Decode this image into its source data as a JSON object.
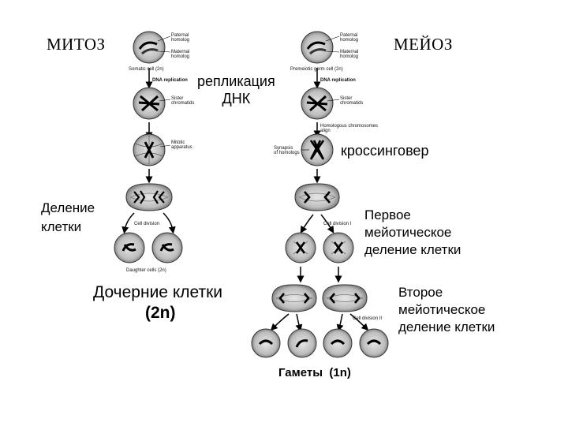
{
  "titles": {
    "mitosis": "МИТОЗ",
    "meiosis": "МЕЙОЗ"
  },
  "ru_labels": {
    "dna_replication": "репликация\nДНК",
    "cell_division": "Деление\nклетки",
    "daughter_cells": "Дочерние клетки",
    "daughter_ploidy": "(2n)",
    "crossing_over": "кроссинговер",
    "meiosis1": "Первое\nмейотическое\nделение клетки",
    "meiosis2": "Второе\nмейотическое\nделение клетки",
    "gametes": "Гаметы  (1n)"
  },
  "en_labels": {
    "paternal": "Paternal\nhomolog",
    "maternal": "Maternal\nhomolog",
    "somatic": "Somatic cell (2n)",
    "premeiotic": "Premeiotic germ cell (2n)",
    "dna_rep": "DNA replication",
    "sister": "Sister\nchromatids",
    "mitotic": "Mitotic\napparatus",
    "homologous_align": "Homologous chromosomes\nalign",
    "synapsis": "Synapsis\nof homologs",
    "cell_div": "Cell division",
    "daughter_en": "Daughter cells (2n)",
    "cell_div_1": "Cell division I",
    "cell_div_2": "Cell division II"
  }
}
